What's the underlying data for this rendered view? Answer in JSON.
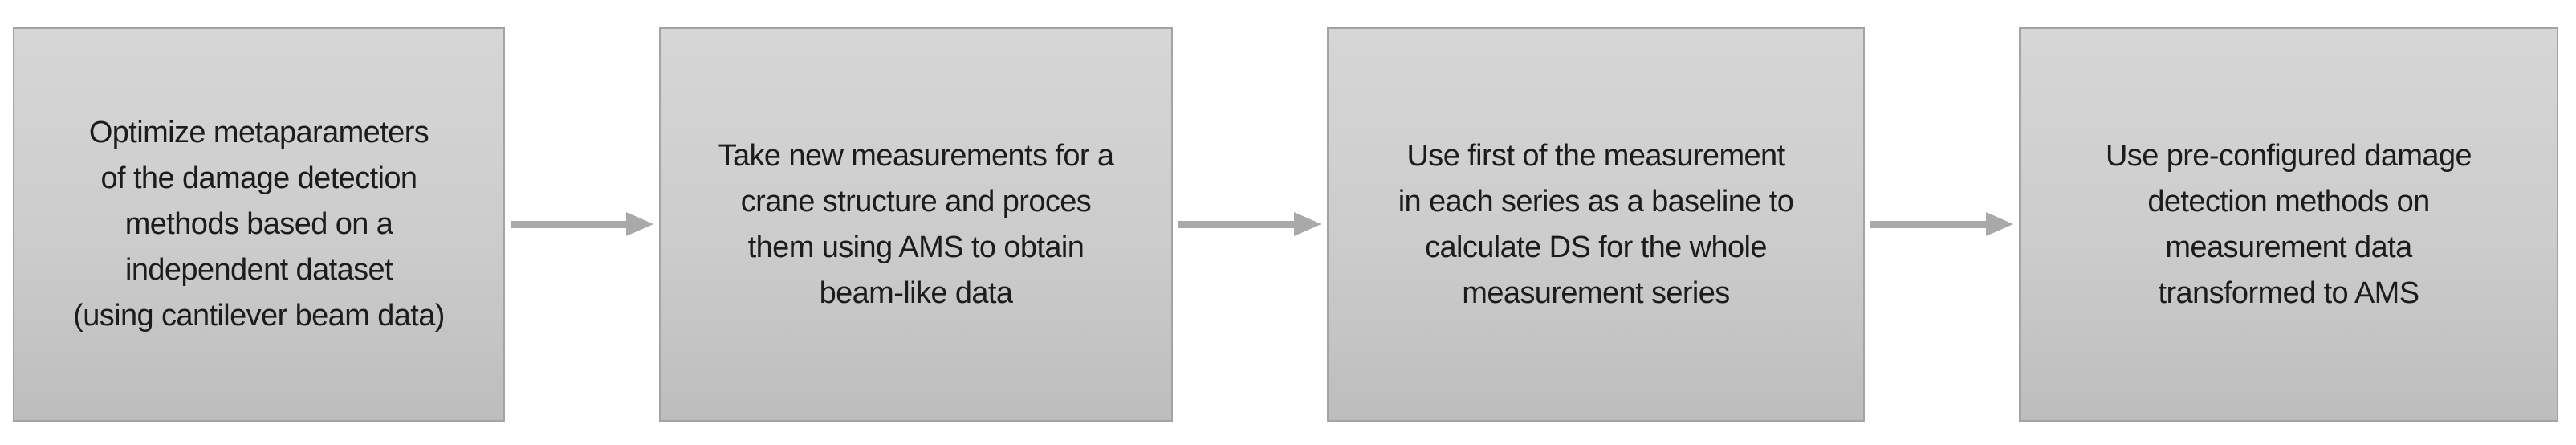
{
  "diagram": {
    "type": "flowchart",
    "direction": "left-to-right",
    "colors": {
      "background": "#ffffff",
      "box_fill_top": "#d6d6d6",
      "box_fill_bottom": "#bdbdbd",
      "box_border": "#a3a3a3",
      "arrow": "#a9a9a9",
      "text": "#1c1c1c"
    },
    "steps": [
      {
        "name": "step-1",
        "lines": [
          "Optimize metaparameters",
          "of the damage detection",
          "methods based on a",
          "independent dataset",
          "(using cantilever beam data)"
        ]
      },
      {
        "name": "step-2",
        "lines": [
          "Take new measurements for a",
          "crane structure and proces",
          "them using AMS to obtain",
          "beam-like data"
        ]
      },
      {
        "name": "step-3",
        "lines": [
          "Use first of the measurement",
          "in each series as a baseline to",
          "calculate DS for the whole",
          "measurement series"
        ]
      },
      {
        "name": "step-4",
        "lines": [
          "Use pre-configured damage",
          "detection methods on",
          "measurement data",
          "transformed to AMS"
        ]
      }
    ],
    "connectors": [
      {
        "name": "arrow-1",
        "from": "step-1",
        "to": "step-2"
      },
      {
        "name": "arrow-2",
        "from": "step-2",
        "to": "step-3"
      },
      {
        "name": "arrow-3",
        "from": "step-3",
        "to": "step-4"
      }
    ]
  }
}
